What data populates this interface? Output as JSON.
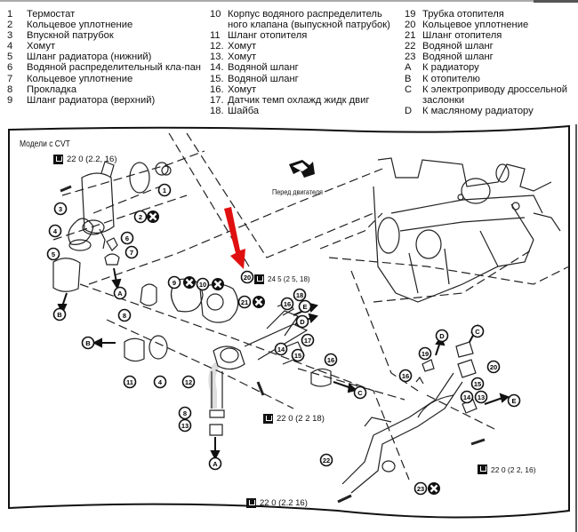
{
  "legend": {
    "column1": [
      {
        "num": "1",
        "text": "Термостат"
      },
      {
        "num": "2",
        "text": "Кольцевое уплотнение"
      },
      {
        "num": "3",
        "text": "Впускной патрубок"
      },
      {
        "num": "4",
        "text": "Хомут"
      },
      {
        "num": "5",
        "text": "Шланг радиатора (нижний)"
      },
      {
        "num": "6",
        "text": "Водяной распределительный кла-пан"
      },
      {
        "num": "7",
        "text": "Кольцевое уплотнение"
      },
      {
        "num": "8",
        "text": "Прокладка"
      },
      {
        "num": "9",
        "text": "Шланг радиатора (верхний)"
      }
    ],
    "column2": [
      {
        "num": "10",
        "text": "Корпус водяного распределитель ного клапана (выпускной патрубок)"
      },
      {
        "num": "11",
        "text": "Шланг отопителя"
      },
      {
        "num": "12.",
        "text": "Хомут"
      },
      {
        "num": "13.",
        "text": "Хомут"
      },
      {
        "num": "14.",
        "text": "Водяной шланг"
      },
      {
        "num": "15.",
        "text": "Водяной шланг"
      },
      {
        "num": "16.",
        "text": "Хомут"
      },
      {
        "num": "17.",
        "text": "Датчик темп охлажд жидк двиг"
      },
      {
        "num": "18.",
        "text": "Шайба"
      }
    ],
    "column3": [
      {
        "num": "19",
        "text": "Трубка отопителя"
      },
      {
        "num": "20",
        "text": "Кольцевое уплотнение"
      },
      {
        "num": "21",
        "text": "Шланг отопителя"
      },
      {
        "num": "22",
        "text": "Водяной шланг"
      },
      {
        "num": "23",
        "text": "Водяной шланг"
      },
      {
        "num": "A",
        "text": "К радиатору"
      },
      {
        "num": "B",
        "text": "К отопителю"
      },
      {
        "num": "C",
        "text": "К электроприводу дроссельной заслонки"
      },
      {
        "num": "D",
        "text": "К масляному радиатору"
      }
    ]
  },
  "diagram": {
    "models_label": "Модели с CVT",
    "engine_front_label": "Перед двигателя",
    "torque_specs": [
      {
        "id": "t1",
        "value": "22 0 (2.2, 16)"
      },
      {
        "id": "t2",
        "value": "24 5 (2 5, 18)"
      },
      {
        "id": "t3",
        "value": "22 0 (2 2  18)"
      },
      {
        "id": "t4",
        "value": "22 0 (2 2, 16)"
      },
      {
        "id": "t5",
        "value": "22 0 (2.2  16)"
      }
    ],
    "callouts": {
      "n1": "1",
      "n2": "2",
      "n3": "3",
      "n4a": "4",
      "n4b": "4",
      "n5": "5",
      "n6": "6",
      "n7": "7",
      "n8": "8",
      "n9": "9",
      "n10": "10",
      "n11": "11",
      "n12": "12",
      "n13": "13",
      "n14": "14",
      "n15": "15",
      "n16": "16",
      "n17": "17",
      "n18": "18",
      "n19": "19",
      "n20": "20",
      "n21": "21",
      "n22": "22",
      "n23": "23",
      "n16b": "16",
      "n13b": "13",
      "n12b": "12",
      "n14b": "14",
      "n15b": "15",
      "n8b": "8",
      "A1": "A",
      "A2": "A",
      "B1": "B",
      "B2": "B",
      "C1": "C",
      "C2": "C",
      "D1": "D",
      "D2": "D",
      "E1": "E",
      "E2": "E"
    },
    "highlight_arrow_color": "#e01010"
  }
}
